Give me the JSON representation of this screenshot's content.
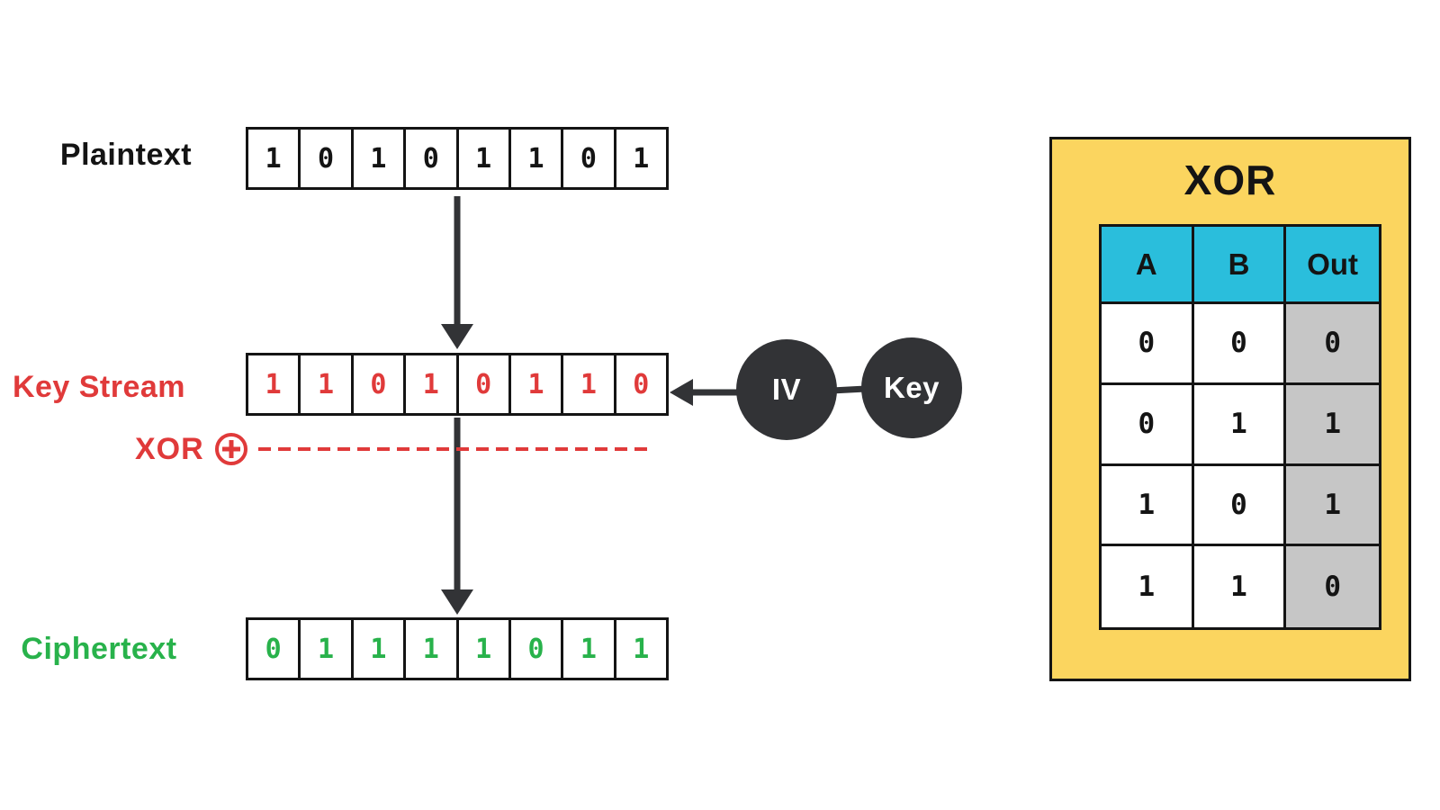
{
  "colors": {
    "red": "#E03A3A",
    "green": "#28B24B",
    "dark": "#323336",
    "ink": "#141414",
    "yellow": "#FBD55F",
    "cyan": "#2ABEDC",
    "gray": "#C6C6C6",
    "paper": "#FFFFFF"
  },
  "diagram": {
    "rows": [
      {
        "id": "plaintext",
        "label": "Plaintext",
        "bits": [
          "1",
          "0",
          "1",
          "0",
          "1",
          "1",
          "0",
          "1"
        ]
      },
      {
        "id": "keystream",
        "label": "Key Stream",
        "bits": [
          "1",
          "1",
          "0",
          "1",
          "0",
          "1",
          "1",
          "0"
        ]
      },
      {
        "id": "ciphertext",
        "label": "Ciphertext",
        "bits": [
          "0",
          "1",
          "1",
          "1",
          "1",
          "0",
          "1",
          "1"
        ]
      }
    ],
    "xor_operator_label": "XOR",
    "iv_label": "IV",
    "key_label": "Key"
  },
  "xor_table": {
    "title": "XOR",
    "headers": [
      "A",
      "B",
      "Out"
    ],
    "rows": [
      {
        "cells": [
          "0",
          "0",
          "0"
        ]
      },
      {
        "cells": [
          "0",
          "1",
          "1"
        ]
      },
      {
        "cells": [
          "1",
          "0",
          "1"
        ]
      },
      {
        "cells": [
          "1",
          "1",
          "0"
        ]
      }
    ]
  }
}
